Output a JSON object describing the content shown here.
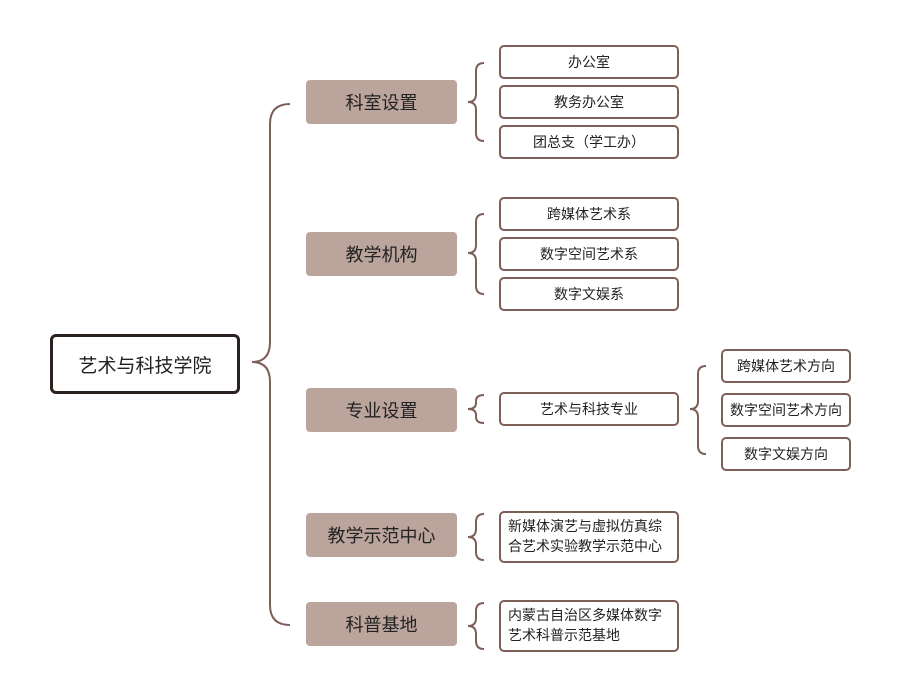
{
  "root": {
    "label": "艺术与科技学院"
  },
  "categories": [
    {
      "label": "科室设置",
      "children": [
        "办公室",
        "教务办公室",
        "团总支（学工办）"
      ]
    },
    {
      "label": "教学机构",
      "children": [
        "跨媒体艺术系",
        "数字空间艺术系",
        "数字文娱系"
      ]
    },
    {
      "label": "专业设置",
      "children": [
        "艺术与科技专业"
      ],
      "sub_children": [
        "跨媒体艺术方向",
        "数字空间艺术方向",
        "数字文娱方向"
      ]
    },
    {
      "label": "教学示范中心",
      "children": [
        "新媒体演艺与虚拟仿真综\n合艺术实验教学示范中心"
      ]
    },
    {
      "label": "科普基地",
      "children": [
        "内蒙古自治区多媒体数字\n艺术科普示范基地"
      ]
    }
  ],
  "colors": {
    "category_fill": "#bba49c",
    "connector": "#7e5f58",
    "root_border": "#2b2220"
  }
}
